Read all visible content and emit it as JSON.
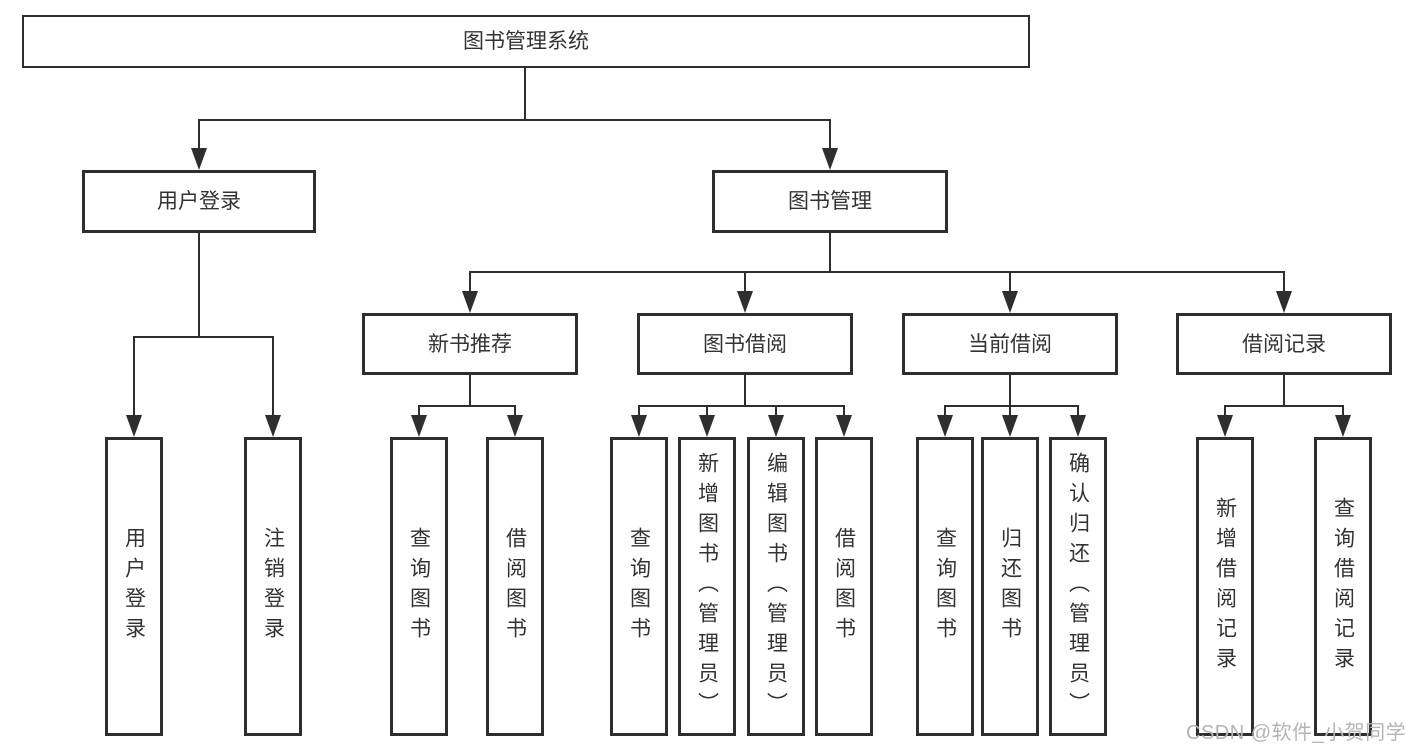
{
  "diagram": {
    "type": "feature-tree",
    "nodes": {
      "root": {
        "label": "图书管理系统"
      },
      "user_login": {
        "label": "用户登录"
      },
      "book_mgmt": {
        "label": "图书管理"
      },
      "new_rec": {
        "label": "新书推荐"
      },
      "borrow": {
        "label": "图书借阅"
      },
      "current": {
        "label": "当前借阅"
      },
      "records": {
        "label": "借阅记录"
      },
      "leaf_user_login": {
        "label": "用户登录"
      },
      "leaf_logout": {
        "label": "注销登录"
      },
      "leaf_query_book_a": {
        "label": "查询图书"
      },
      "leaf_borrow_book_a": {
        "label": "借阅图书"
      },
      "leaf_query_book_b": {
        "label": "查询图书"
      },
      "leaf_add_book": {
        "label": "新增图书（管理员）"
      },
      "leaf_edit_book": {
        "label": "编辑图书（管理员）"
      },
      "leaf_borrow_book_b": {
        "label": "借阅图书"
      },
      "leaf_query_book_c": {
        "label": "查询图书"
      },
      "leaf_return_book": {
        "label": "归还图书"
      },
      "leaf_confirm_return": {
        "label": "确认归还（管理员）"
      },
      "leaf_add_record": {
        "label": "新增借阅记录"
      },
      "leaf_query_record": {
        "label": "查询借阅记录"
      }
    },
    "structure": {
      "root": [
        "user_login",
        "book_mgmt"
      ],
      "user_login": [
        "leaf_user_login",
        "leaf_logout"
      ],
      "book_mgmt": [
        "new_rec",
        "borrow",
        "current",
        "records"
      ],
      "new_rec": [
        "leaf_query_book_a",
        "leaf_borrow_book_a"
      ],
      "borrow": [
        "leaf_query_book_b",
        "leaf_add_book",
        "leaf_edit_book",
        "leaf_borrow_book_b"
      ],
      "current": [
        "leaf_query_book_c",
        "leaf_return_book",
        "leaf_confirm_return"
      ],
      "records": [
        "leaf_add_record",
        "leaf_query_record"
      ]
    },
    "colors": {
      "line": "#2e2e2e",
      "border": "#2e2e2e",
      "text": "#333333",
      "background": "#ffffff",
      "watermark": "#b5b5b5"
    }
  },
  "watermark": {
    "text": "CSDN @软件_小贺同学"
  }
}
